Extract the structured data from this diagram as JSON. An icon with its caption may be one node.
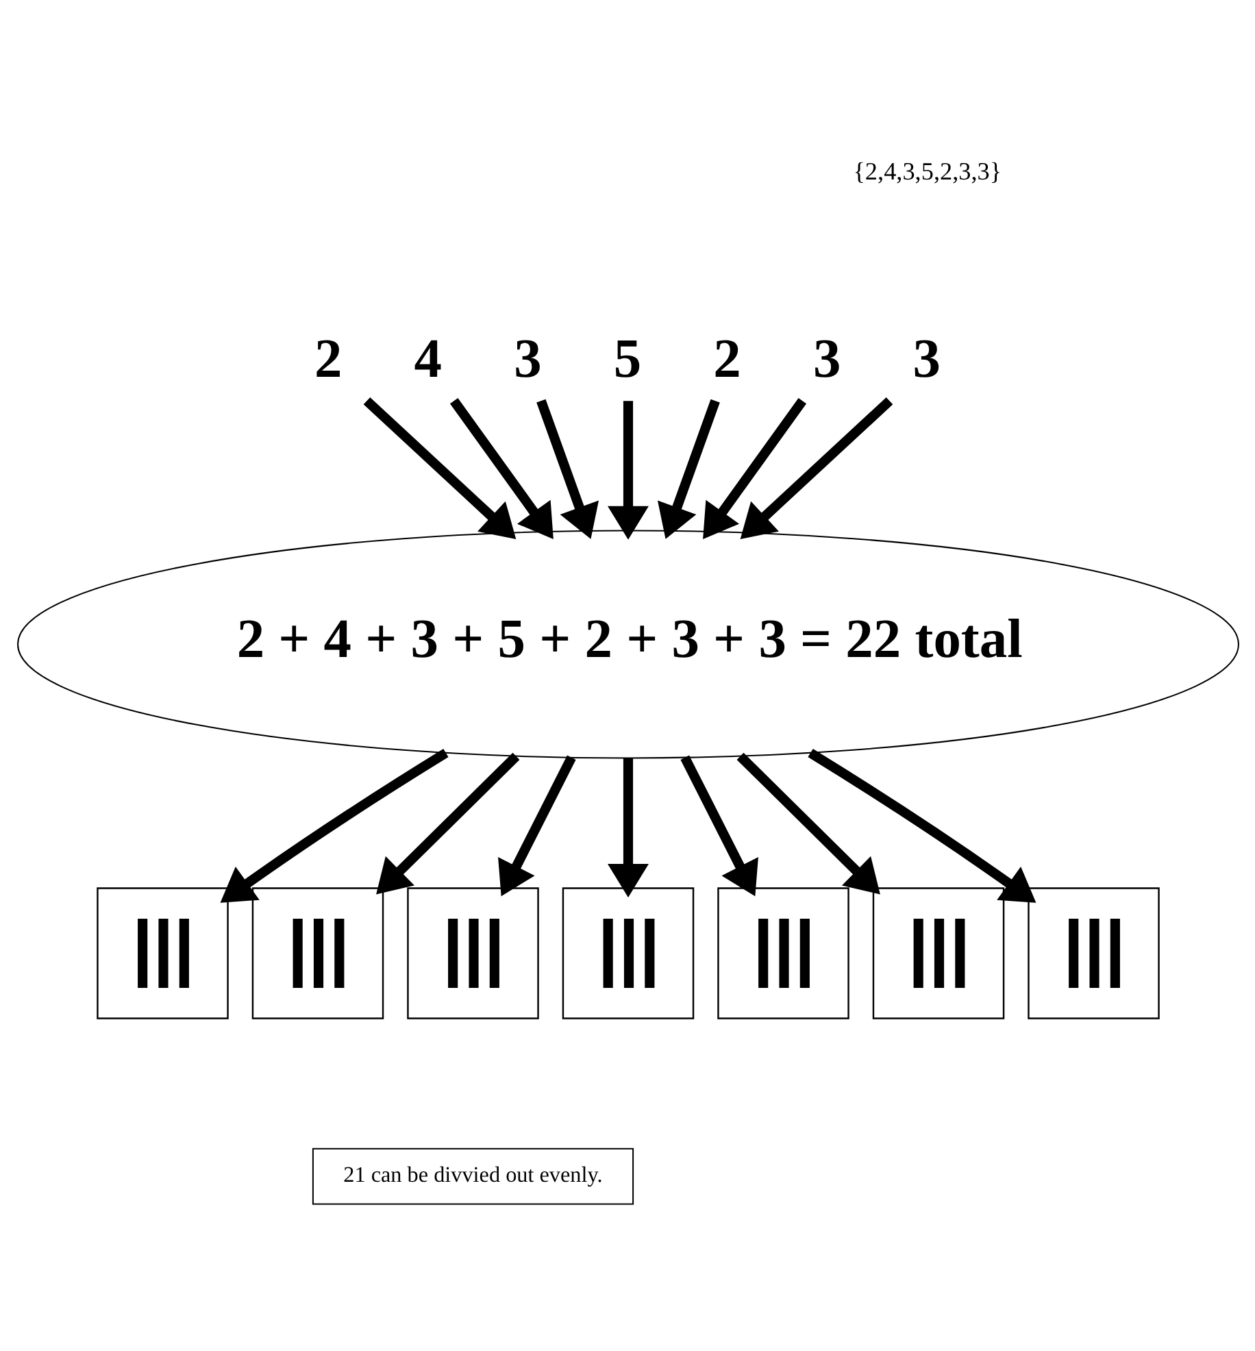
{
  "diagram": {
    "nodes": [
      {
        "text": [
          "2"
        ]
      },
      {
        "text": [
          "4"
        ]
      },
      {
        "text": [
          "3"
        ]
      },
      {
        "text": [
          "5"
        ]
      },
      {
        "text": [
          "2"
        ]
      },
      {
        "text": [
          "3"
        ]
      },
      {
        "text": [
          "3"
        ]
      },
      {
        "text": [
          "2 + 4 + 3 + 5 + 2 + 3 + 3 = 22 total"
        ]
      },
      {
        "text": [],
        "shape": "box"
      },
      {
        "text": [],
        "shape": "box"
      },
      {
        "text": [],
        "shape": "box"
      },
      {
        "text": [],
        "shape": "box"
      },
      {
        "text": [],
        "shape": "box"
      },
      {
        "text": [],
        "shape": "box"
      },
      {
        "text": [],
        "shape": "box"
      },
      {
        "text": [
          "21 can be divvied out evenly."
        ]
      }
    ],
    "edges": [
      {
        "from": 0,
        "to": 7,
        "arrow": "to"
      },
      {
        "from": 1,
        "to": 7,
        "arrow": "to"
      },
      {
        "from": 2,
        "to": 7,
        "arrow": "to"
      },
      {
        "from": 3,
        "to": 7,
        "arrow": "to"
      },
      {
        "from": 4,
        "to": 7,
        "arrow": "to"
      },
      {
        "from": 5,
        "to": 7,
        "arrow": "to"
      },
      {
        "from": 6,
        "to": 7,
        "arrow": "to"
      },
      {
        "from": 7,
        "to": 8,
        "arrow": "to"
      },
      {
        "from": 7,
        "to": 9,
        "arrow": "to"
      },
      {
        "from": 7,
        "to": 10,
        "arrow": "to"
      },
      {
        "from": 7,
        "to": 11,
        "arrow": "to"
      },
      {
        "from": 7,
        "to": 12,
        "arrow": "to"
      },
      {
        "from": 7,
        "to": 13,
        "arrow": "to"
      },
      {
        "from": 7,
        "to": 14,
        "arrow": "to"
      }
    ],
    "labels": [
      "{2,4,3,5,2,3,3}"
    ]
  }
}
